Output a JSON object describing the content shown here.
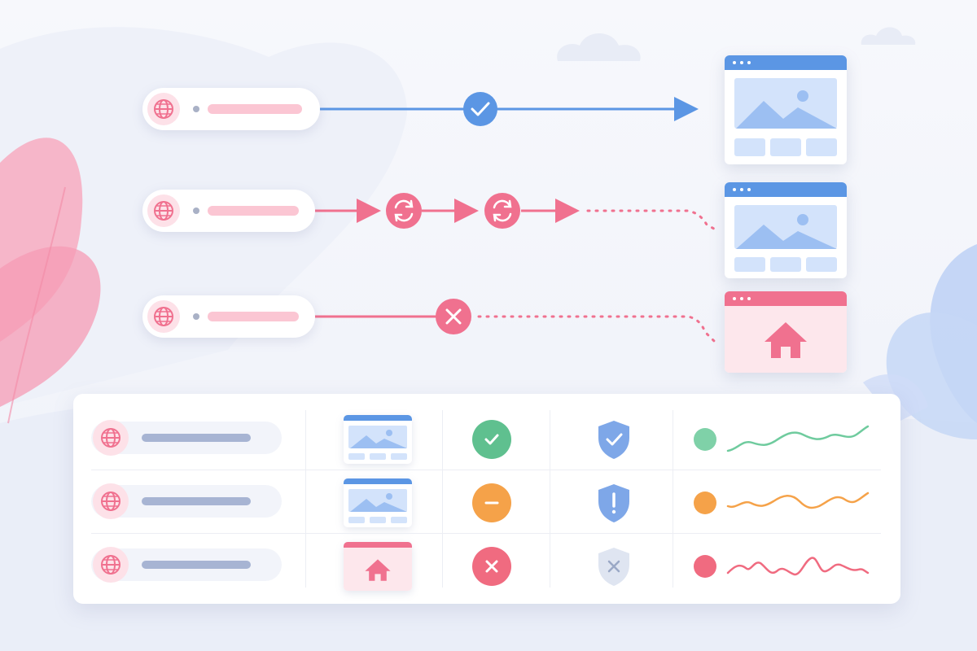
{
  "colors": {
    "blue": "#5b96e4",
    "pink": "#f0718f",
    "green": "#5fc08f",
    "orange": "#f5a249",
    "red": "#f06b80",
    "grey": "#b7c2d8"
  },
  "flow_rows": [
    {
      "outcome": "success",
      "path_icons": [
        "check-icon"
      ],
      "target": "web-page"
    },
    {
      "outcome": "retrying",
      "path_icons": [
        "refresh-icon",
        "refresh-icon"
      ],
      "target": "web-page"
    },
    {
      "outcome": "failed",
      "path_icons": [
        "close-icon"
      ],
      "target": "home-page"
    }
  ],
  "table": {
    "rows": [
      {
        "status_icon": "check-icon",
        "status_color": "#5fc08f",
        "shield_icon": "shield-check-icon",
        "health_color": "#7fd1a8",
        "thumb": "web-page"
      },
      {
        "status_icon": "minus-icon",
        "status_color": "#f5a249",
        "shield_icon": "shield-alert-icon",
        "health_color": "#f5a249",
        "thumb": "web-page"
      },
      {
        "status_icon": "close-icon",
        "status_color": "#f06b80",
        "shield_icon": "shield-x-icon",
        "health_color": "#f06b80",
        "thumb": "home-page"
      }
    ]
  }
}
